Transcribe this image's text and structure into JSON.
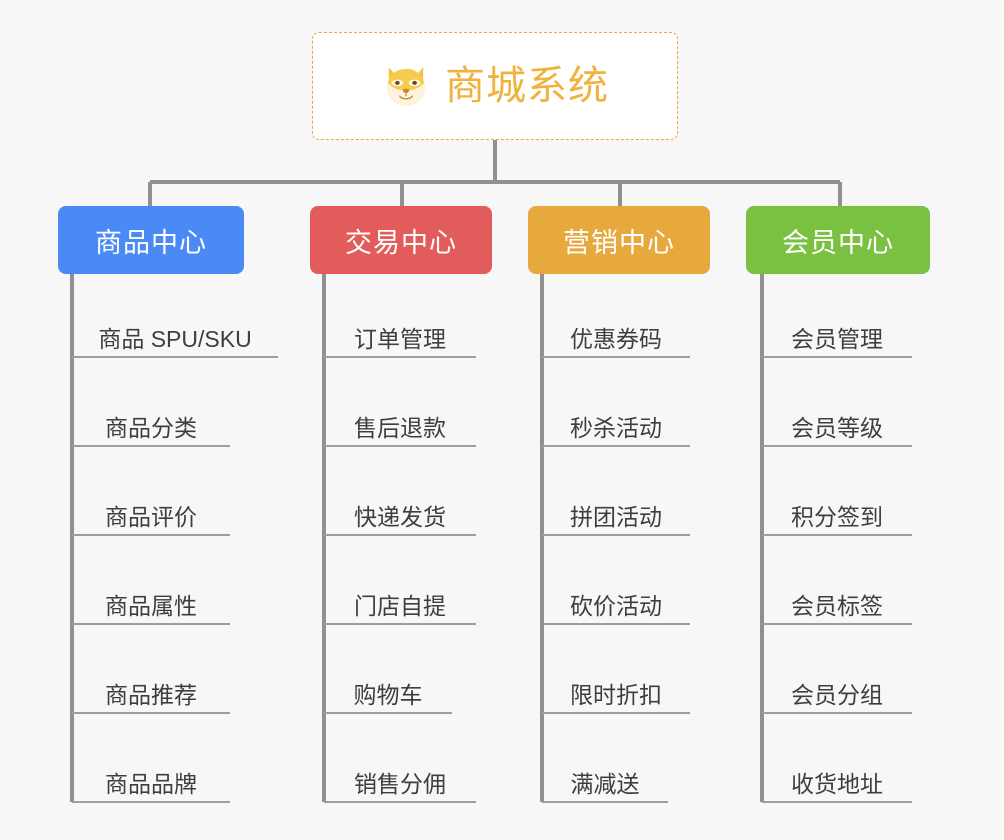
{
  "diagram": {
    "type": "mind-map",
    "background_color": "#f7f7f7",
    "connector_color": "#909090"
  },
  "root": {
    "title": "商城系统",
    "icon": "shiba-dog-face-icon",
    "text_color": "#f0b23c",
    "border_color": "#e9a83c",
    "fill_color": "#ffffff"
  },
  "branches": [
    {
      "label": "商品中心",
      "color": "#4a8af4",
      "items": [
        "商品 SPU/SKU",
        "商品分类",
        "商品评价",
        "商品属性",
        "商品推荐",
        "商品品牌"
      ]
    },
    {
      "label": "交易中心",
      "color": "#e25c5c",
      "items": [
        "订单管理",
        "售后退款",
        "快递发货",
        "门店自提",
        "购物车",
        "销售分佣"
      ]
    },
    {
      "label": "营销中心",
      "color": "#e8a93c",
      "items": [
        "优惠券码",
        "秒杀活动",
        "拼团活动",
        "砍价活动",
        "限时折扣",
        "满减送"
      ]
    },
    {
      "label": "会员中心",
      "color": "#7ac142",
      "items": [
        "会员管理",
        "会员等级",
        "积分签到",
        "会员标签",
        "会员分组",
        "收货地址"
      ]
    }
  ]
}
